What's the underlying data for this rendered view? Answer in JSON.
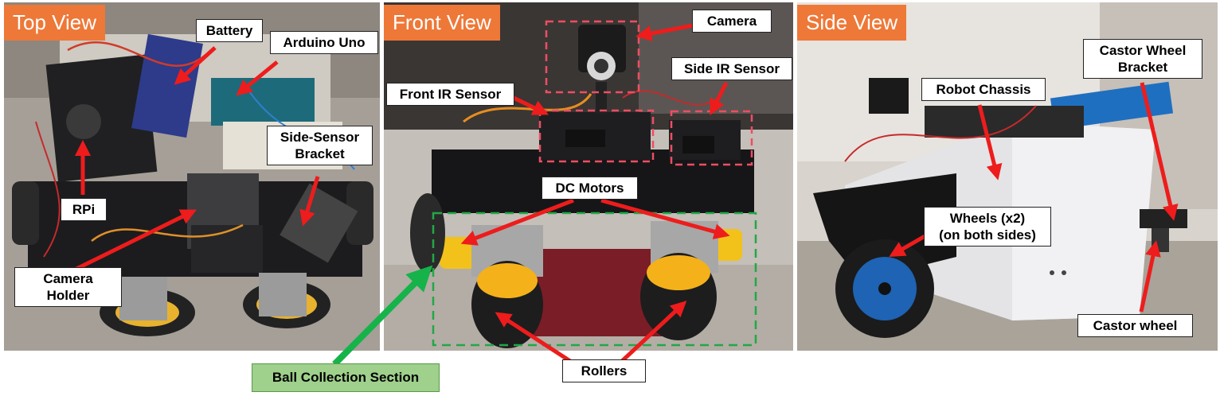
{
  "figure": {
    "colors": {
      "title_bg": "#ee7838",
      "arrow_red": "#ee1c1c",
      "arrow_green": "#16b34a",
      "box_red": "#ef4d63",
      "box_green": "#22a746",
      "green_label_bg": "#9fd08c"
    },
    "panels": [
      {
        "id": "top",
        "title": "Top View",
        "labels": [
          "Battery",
          "Arduino Uno",
          "Side-Sensor",
          "Bracket",
          "RPi",
          "Camera",
          "Holder"
        ]
      },
      {
        "id": "front",
        "title": "Front View",
        "labels": [
          "Camera",
          "Front IR Sensor",
          "Side IR Sensor",
          "DC Motors",
          "Rollers"
        ]
      },
      {
        "id": "side",
        "title": "Side View",
        "labels": [
          "Castor Wheel",
          "Bracket",
          "Robot Chassis",
          "Wheels (x2)",
          "(on both sides)",
          "Castor wheel"
        ]
      }
    ],
    "outside_label": "Ball Collection Section"
  }
}
